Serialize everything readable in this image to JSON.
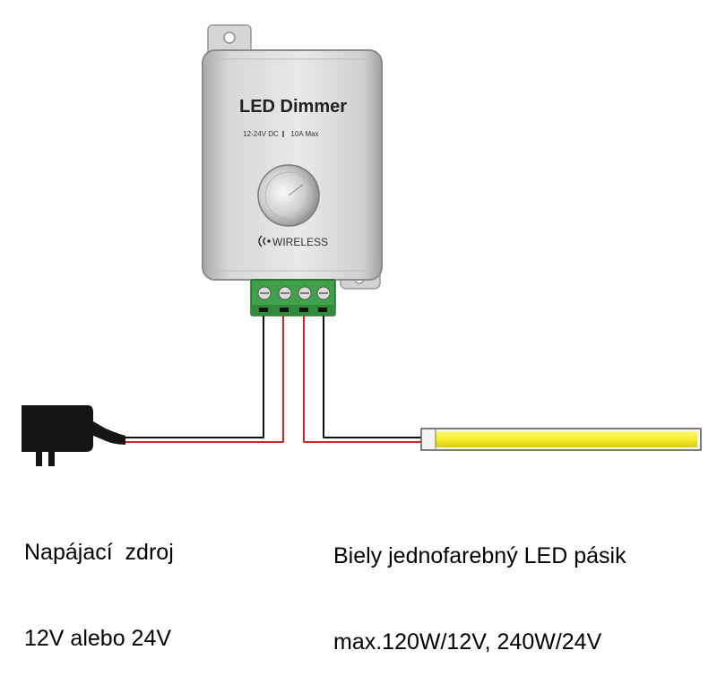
{
  "device": {
    "title": "LED Dimmer",
    "spec_voltage": "12-24V DC",
    "spec_current": "10A Max",
    "wireless_label": "WIRELESS",
    "knob_icon": "rotary-knob-icon",
    "wireless_icon": "wireless-signal-icon",
    "terminal_icon": "screw-terminal-icon"
  },
  "labels": {
    "power_supply_line1": "Napájací  zdroj",
    "power_supply_line2": "12V alebo 24V",
    "led_strip_line1": "Biely jednofarebný LED pásik",
    "led_strip_line2": "max.120W/12V, 240W/24V"
  },
  "colors": {
    "device_body": "#c9c9c9",
    "terminal_block": "#3fa14a",
    "wire_red": "#d42424",
    "wire_black": "#111111",
    "led_strip": "#f5ec2a",
    "adapter": "#151515"
  }
}
